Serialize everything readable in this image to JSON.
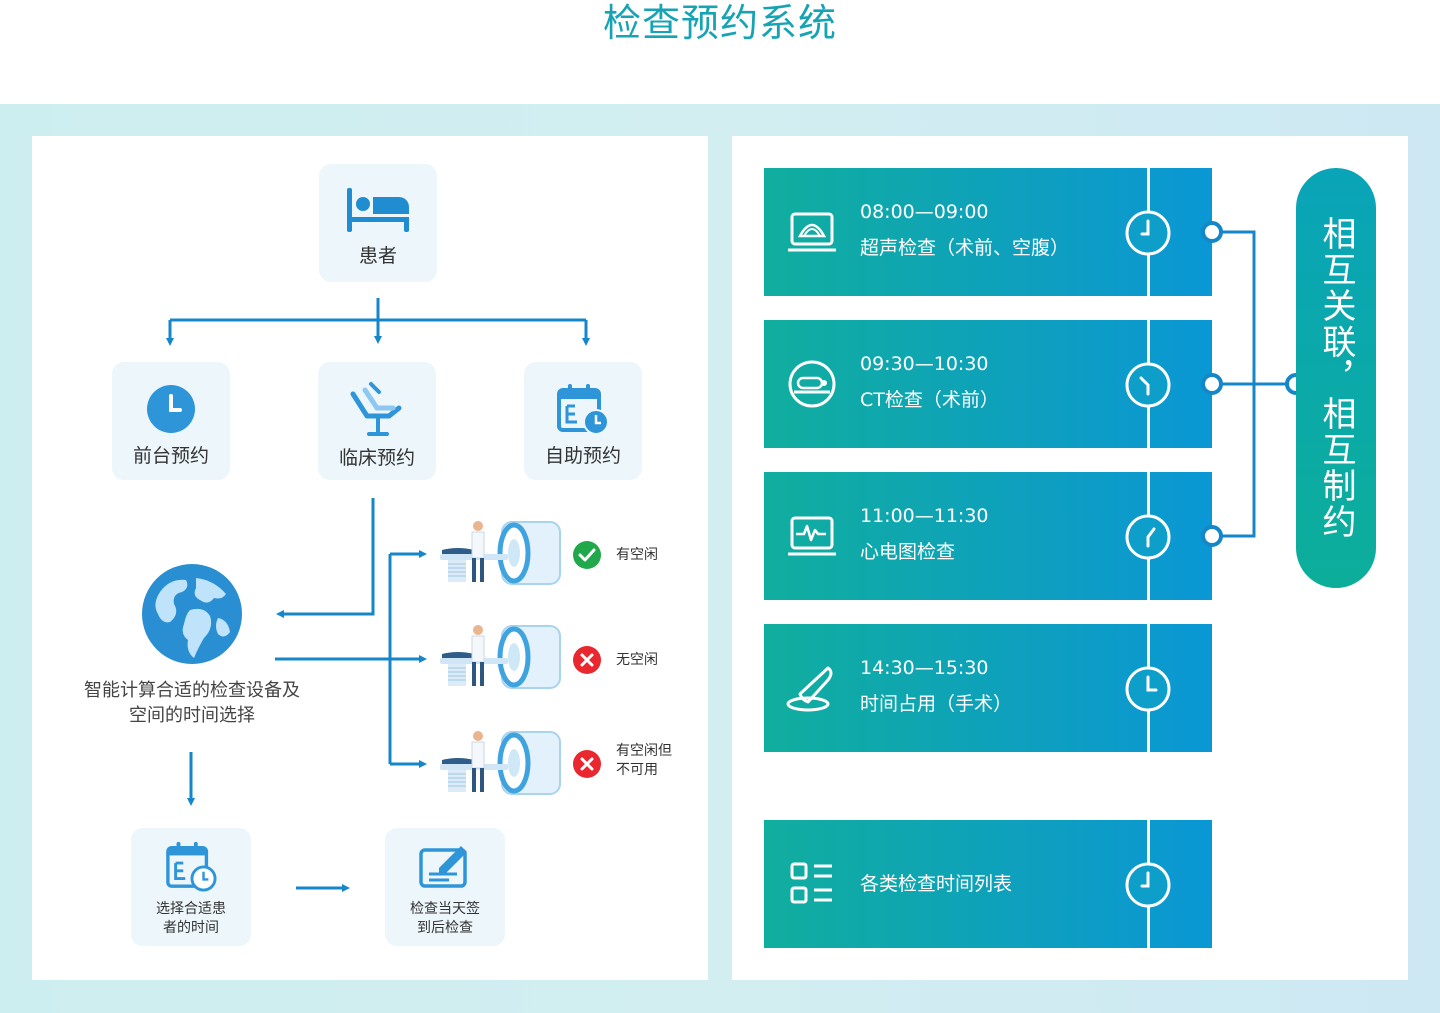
{
  "title": "检查预约系统",
  "flow": {
    "patient": "患者",
    "front_desk": "前台预约",
    "clinical": "临床预约",
    "self_service": "自助预约",
    "smart_calc": "智能计算合适的检查设备及空间的时间选择",
    "select_time": "选择合适患者的时间",
    "checkin": "检查当天签到后检查",
    "status": [
      {
        "label": "有空闲",
        "state": "ok"
      },
      {
        "label": "无空闲",
        "state": "no"
      },
      {
        "label": "有空闲但不可用",
        "state": "no"
      }
    ]
  },
  "schedule": [
    {
      "time": "08:00—09:00",
      "name": "超声检查（术前、空腹）",
      "icon": "ultrasound-icon",
      "linked": true
    },
    {
      "time": "09:30—10:30",
      "name": "CT检查（术前）",
      "icon": "ct-icon",
      "linked": true
    },
    {
      "time": "11:00—11:30",
      "name": "心电图检查",
      "icon": "ecg-icon",
      "linked": true
    },
    {
      "time": "14:30—15:30",
      "name": "时间占用（手术）",
      "icon": "scalpel-icon",
      "linked": false
    }
  ],
  "list_item": {
    "name": "各类检查时间列表",
    "icon": "list-icon"
  },
  "relation": "相互关联，相互制约",
  "colors": {
    "title": "#16a3b4",
    "arrow": "#1587c9",
    "slot_start": "#10ae9e",
    "slot_end": "#0a97d5",
    "ok": "#20a84a",
    "no": "#e8272f"
  }
}
